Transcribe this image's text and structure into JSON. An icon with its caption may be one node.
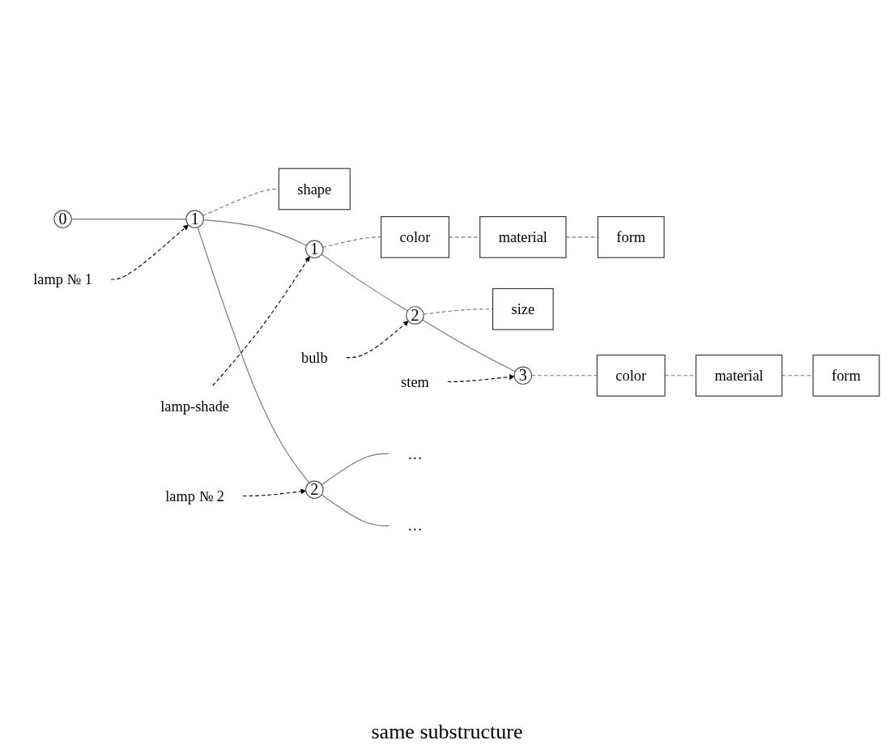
{
  "diagram": {
    "nodes": [
      {
        "text": [
          "0"
        ]
      },
      {
        "text": [
          "1"
        ]
      },
      {
        "text": [
          "shape"
        ]
      },
      {
        "text": [
          "1"
        ]
      },
      {
        "text": [
          "color"
        ]
      },
      {
        "text": [
          "material"
        ]
      },
      {
        "text": [
          "form"
        ]
      },
      {
        "text": [
          "2"
        ]
      },
      {
        "text": [
          "size"
        ]
      },
      {
        "text": [
          "3"
        ]
      },
      {
        "text": [
          "color"
        ]
      },
      {
        "text": [
          "material"
        ]
      },
      {
        "text": [
          "form"
        ]
      },
      {
        "text": [
          "2"
        ]
      },
      {
        "text": [
          "lamp № 1"
        ]
      },
      {
        "text": [
          "lamp-shade"
        ]
      },
      {
        "text": [
          "bulb"
        ]
      },
      {
        "text": [
          "stem"
        ]
      },
      {
        "text": [
          "lamp № 2"
        ]
      },
      {
        "text": [
          "…"
        ]
      },
      {
        "text": [
          "…"
        ]
      }
    ],
    "edges": [
      {
        "from": 0,
        "to": 1,
        "arrow": "none"
      },
      {
        "from": 1,
        "to": 2,
        "arrow": "none",
        "style": "dashed"
      },
      {
        "from": 1,
        "to": 3,
        "arrow": "none"
      },
      {
        "from": 3,
        "to": 4,
        "arrow": "none",
        "style": "dashed"
      },
      {
        "from": 4,
        "to": 5,
        "arrow": "none",
        "style": "dashed"
      },
      {
        "from": 5,
        "to": 6,
        "arrow": "none",
        "style": "dashed"
      },
      {
        "from": 3,
        "to": 7,
        "arrow": "none"
      },
      {
        "from": 7,
        "to": 8,
        "arrow": "none",
        "style": "dashed"
      },
      {
        "from": 7,
        "to": 9,
        "arrow": "none"
      },
      {
        "from": 9,
        "to": 10,
        "arrow": "none",
        "style": "dashed"
      },
      {
        "from": 10,
        "to": 11,
        "arrow": "none",
        "style": "dashed"
      },
      {
        "from": 11,
        "to": 12,
        "arrow": "none",
        "style": "dashed"
      },
      {
        "from": 1,
        "to": 13,
        "arrow": "none"
      },
      {
        "from": 14,
        "to": 1,
        "arrow": "to",
        "style": "dashed",
        "color": "#000000"
      },
      {
        "from": 15,
        "to": 3,
        "arrow": "to",
        "style": "dashed",
        "color": "#000000"
      },
      {
        "from": 16,
        "to": 7,
        "arrow": "to",
        "style": "dashed",
        "color": "#000000"
      },
      {
        "from": 17,
        "to": 9,
        "arrow": "to",
        "style": "dashed",
        "color": "#000000"
      },
      {
        "from": 18,
        "to": 13,
        "arrow": "to",
        "style": "dashed",
        "color": "#000000"
      },
      {
        "from": 13,
        "to": 19,
        "arrow": "none"
      },
      {
        "from": 13,
        "to": 20,
        "arrow": "none"
      }
    ],
    "labels": [
      "same substructure"
    ]
  }
}
